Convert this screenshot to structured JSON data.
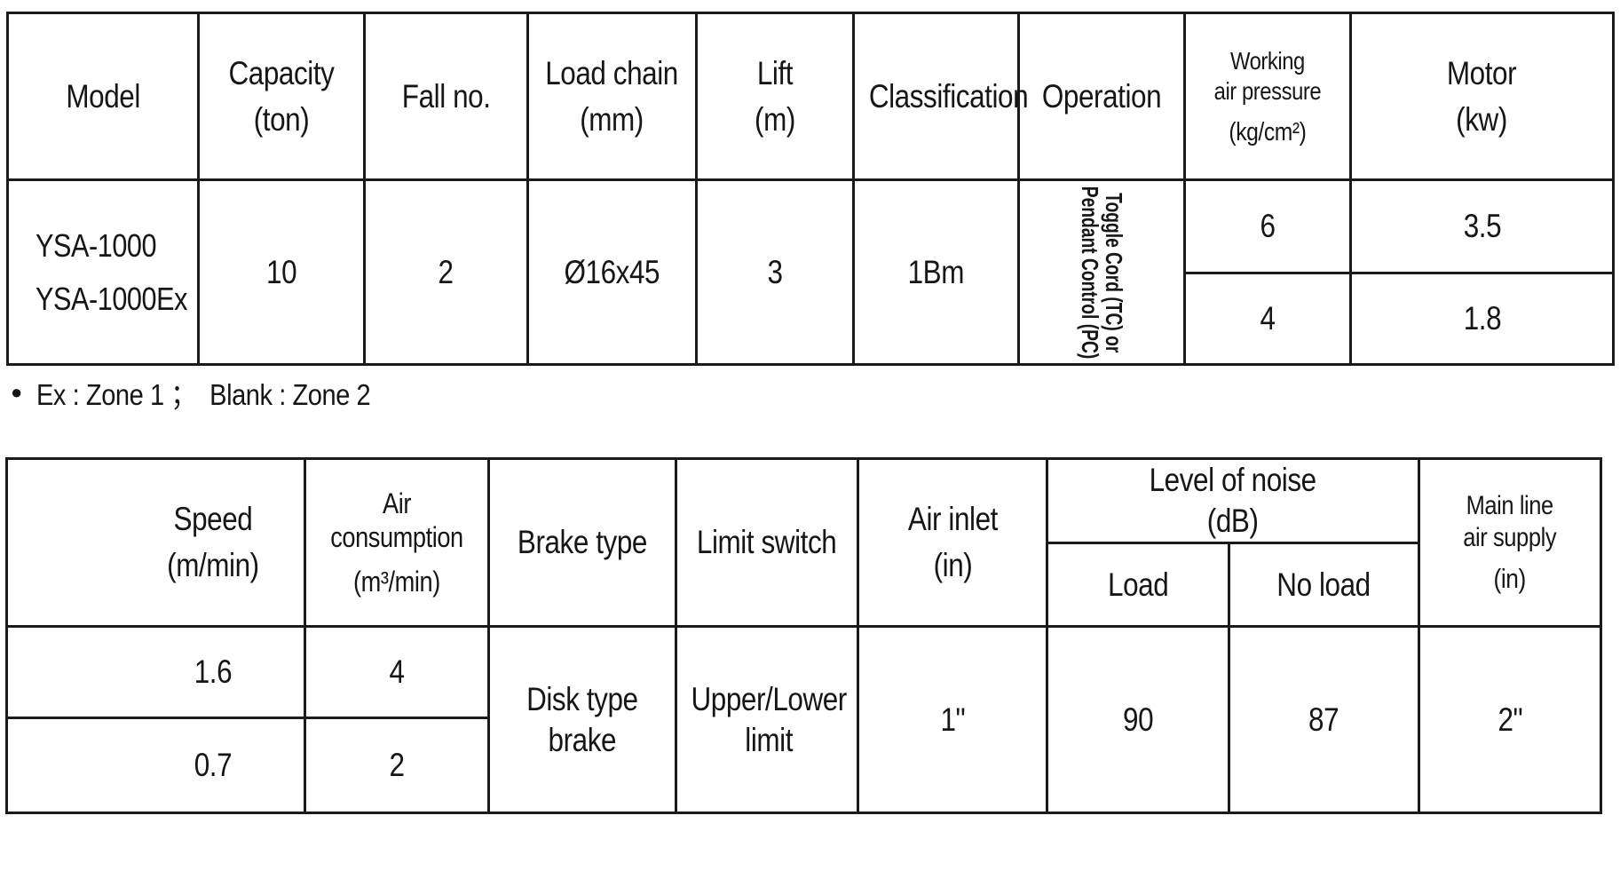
{
  "spec_table": {
    "headers": {
      "model": "Model",
      "capacity1": "Capacity",
      "capacity2": "(ton)",
      "fall": "Fall no.",
      "chain1": "Load chain",
      "chain2": "(mm)",
      "lift1": "Lift",
      "lift2": "(m)",
      "classification": "Classification",
      "operation": "Operation",
      "pressure1": "Working",
      "pressure2": "air pressure",
      "pressure3": "(kg/cm²)",
      "motor1": "Motor",
      "motor2": "(kw)"
    },
    "row": {
      "model1": "YSA-1000",
      "model2": "YSA-1000Ex",
      "capacity": "10",
      "fall": "2",
      "chain": "Ø16x45",
      "lift": "3",
      "classification": "1Bm",
      "operation1": "Toggle Cord (TC) or",
      "operation2": "Pendant Control (PC)",
      "pressure_high": "6",
      "motor_high": "3.5",
      "pressure_low": "4",
      "motor_low": "1.8"
    }
  },
  "note": {
    "bullet": "●",
    "text": "Ex : Zone 1 ；  Blank : Zone 2"
  },
  "perf_table": {
    "headers": {
      "speed1": "Speed",
      "speed2": "(m/min)",
      "air1": "Air",
      "air2": "consumption",
      "air3": "(m³/min)",
      "brake": "Brake type",
      "limit": "Limit switch",
      "inlet1": "Air inlet",
      "inlet2": "(in)",
      "noise1": "Level of noise",
      "noise2": "(dB)",
      "load": "Load",
      "noload": "No load",
      "main1": "Main line",
      "main2": "air supply",
      "main3": "(in)"
    },
    "row": {
      "speed_high": "1.6",
      "air_high": "4",
      "speed_low": "0.7",
      "air_low": "2",
      "brake1": "Disk type",
      "brake2": "brake",
      "limit1": "Upper/Lower",
      "limit2": "limit",
      "inlet": "1\"",
      "noise_load": "90",
      "noise_noload": "87",
      "main": "2\""
    }
  },
  "colors": {
    "text": "#161616",
    "border": "#1b1b1b",
    "background": "#ffffff"
  }
}
